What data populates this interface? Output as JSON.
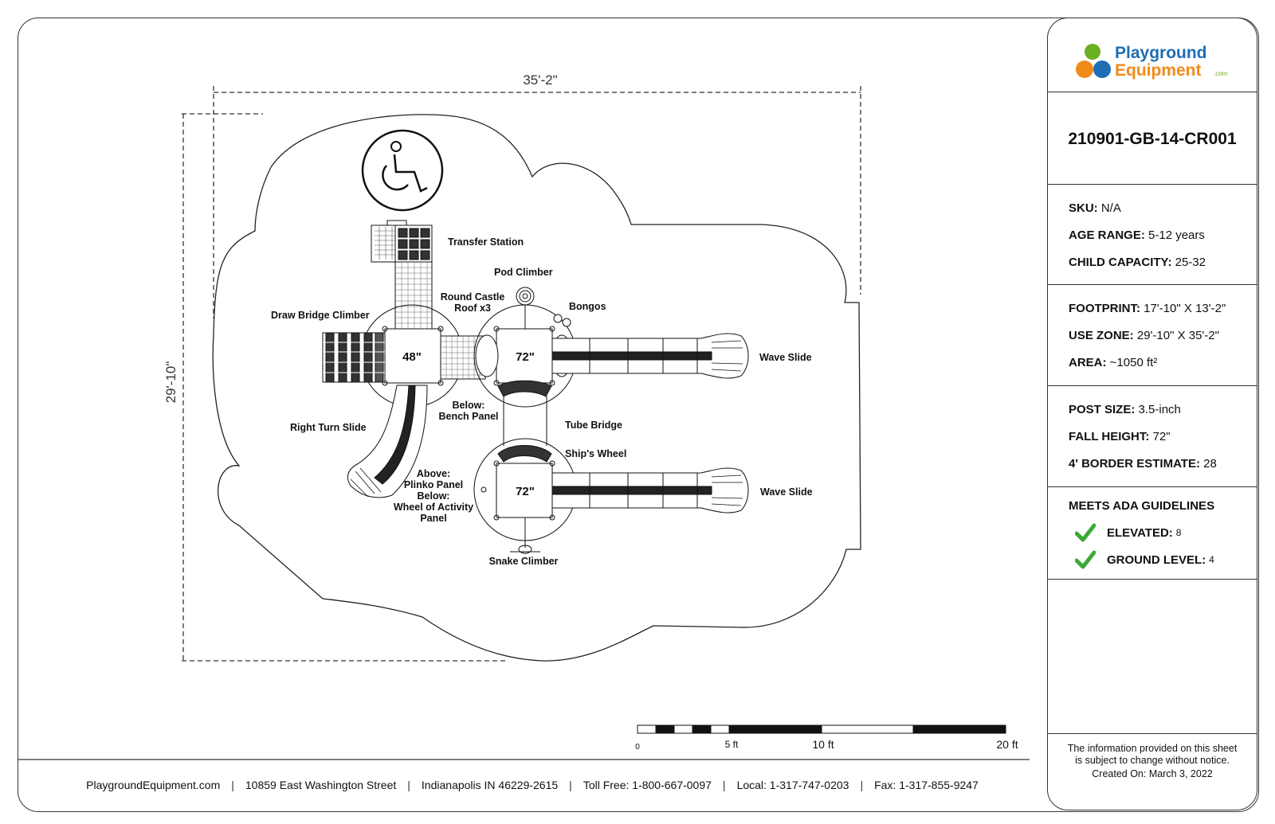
{
  "drawing": {
    "dim_width": "35'-2\"",
    "dim_height": "29'-10\"",
    "labels": {
      "transfer_station": "Transfer Station",
      "pod_climber": "Pod Climber",
      "round_castle_roof_1": "Round Castle",
      "round_castle_roof_2": "Roof x3",
      "bongos": "Bongos",
      "draw_bridge_climber": "Draw Bridge Climber",
      "wave_slide_top": "Wave Slide",
      "wave_slide_bottom": "Wave Slide",
      "below_bench_1": "Below:",
      "below_bench_2": "Bench Panel",
      "right_turn_slide": "Right Turn Slide",
      "tube_bridge": "Tube Bridge",
      "ships_wheel": "Ship's Wheel",
      "above_1": "Above:",
      "above_2": "Plinko Panel",
      "above_3": "Below:",
      "above_4": "Wheel of Activity",
      "above_5": "Panel",
      "snake_climber": "Snake Climber"
    },
    "decks": {
      "deck_48": "48\"",
      "deck_72_top": "72\"",
      "deck_72_bottom": "72\""
    },
    "scale": {
      "zero": "0",
      "five": "5 ft",
      "ten": "10 ft",
      "twenty": "20 ft"
    }
  },
  "panel": {
    "logo_line1": "Playground",
    "logo_line2": "Equipment",
    "logo_com": ".com",
    "product_code": "210901-GB-14-CR001",
    "sku_label": "SKU:",
    "sku_value": "N/A",
    "age_label": "AGE RANGE:",
    "age_value": "5-12 years",
    "capacity_label": "CHILD CAPACITY:",
    "capacity_value": "25-32",
    "footprint_label": "FOOTPRINT:",
    "footprint_value": "17'-10\" X 13'-2\"",
    "usezone_label": "USE ZONE:",
    "usezone_value": "29'-10\" X 35'-2\"",
    "area_label": "AREA:",
    "area_value": "~1050 ft²",
    "postsize_label": "POST SIZE:",
    "postsize_value": "3.5-inch",
    "fallheight_label": "FALL HEIGHT:",
    "fallheight_value": "72\"",
    "border_label": "4' BORDER ESTIMATE:",
    "border_value": "28",
    "ada_heading": "MEETS ADA GUIDELINES",
    "elevated_label": "ELEVATED:",
    "elevated_value": "8",
    "ground_label": "GROUND LEVEL:",
    "ground_value": "4",
    "disclaimer_1": "The information provided on this sheet",
    "disclaimer_2": "is subject to change without notice.",
    "created": "Created On: March 3, 2022"
  },
  "footer": {
    "site": "PlaygroundEquipment.com",
    "address": "10859 East Washington Street",
    "city": "Indianapolis IN  46229-2615",
    "tollfree": "Toll Free: 1-800-667-0097",
    "local": "Local: 1-317-747-0203",
    "fax": "Fax: 1-317-855-9247",
    "separator": "|"
  },
  "colors": {
    "logo_green": "#6ab023",
    "logo_blue": "#1f6db5",
    "logo_orange": "#f28a1a",
    "check_green": "#3aa935",
    "line": "#222222"
  }
}
